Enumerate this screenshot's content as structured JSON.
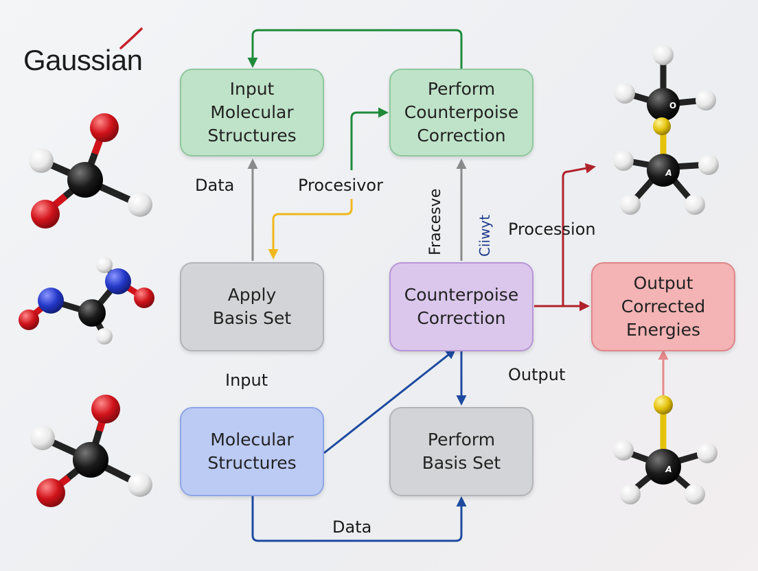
{
  "logo": {
    "text": "Gaussian",
    "accent_color": "#c8202a"
  },
  "nodes": {
    "input_molecular_structures": {
      "text": "Input\nMolecular\nStructures",
      "color": "#bfe3c8"
    },
    "perform_counterpoise_correction": {
      "text": "Perform\nCounterpoise\nCorrection",
      "color": "#bfe3c8"
    },
    "apply_basis_set": {
      "text": "Apply\nBasis Set",
      "color": "#d3d4d7"
    },
    "counterpoise_correction": {
      "text": "Counterpoise\nCorrection",
      "color": "#dbc7ec"
    },
    "output_corrected_energies": {
      "text": "Output\nCorrected\nEnergies",
      "color": "#f4b3b4"
    },
    "molecular_structures": {
      "text": "Molecular\nStructures",
      "color": "#bccbf4"
    },
    "perform_basis_set": {
      "text": "Perform\nBasis Set",
      "color": "#d3d4d7"
    }
  },
  "edge_labels": {
    "data_left": "Data",
    "procesivor": "Procesivor",
    "fracesve": "Fracesve",
    "ciiwyt": "Ciiwyt",
    "procession": "Procession",
    "input": "Input",
    "output": "Output",
    "data_bottom": "Data"
  },
  "colors": {
    "arrow_green": "#1e8a3a",
    "arrow_gray": "#8a8a8a",
    "arrow_yellow": "#f0b81c",
    "arrow_red": "#b0222a",
    "arrow_blue": "#1d4aa0",
    "arrow_pink": "#e68a8c",
    "atom_oxygen": "#d0121a",
    "atom_carbon": "#1a1a1a",
    "atom_hydrogen": "#f2f2f2",
    "atom_nitrogen": "#2338c8",
    "atom_sulfur": "#e4c20c"
  },
  "atom_labels": {
    "o": "O",
    "a1": "A",
    "a2": "A"
  }
}
